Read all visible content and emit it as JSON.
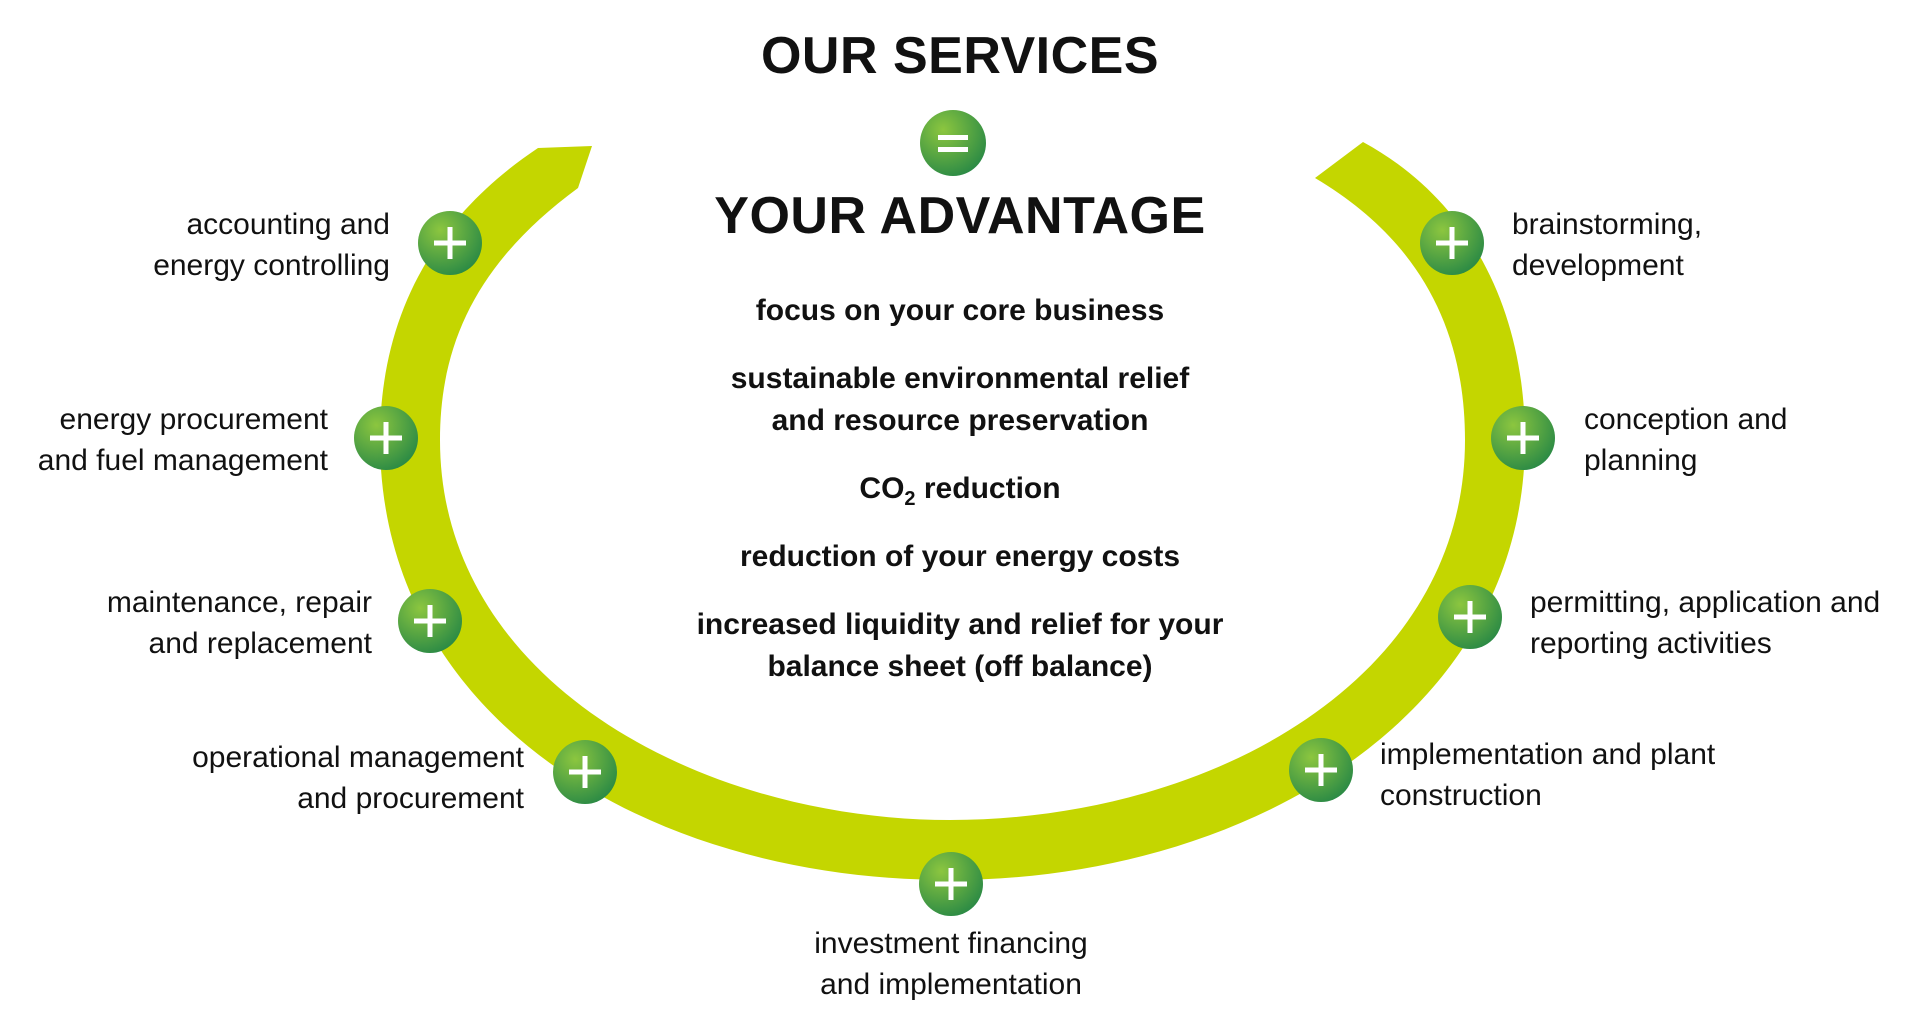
{
  "title": "OUR SERVICES",
  "equals_symbol": "=",
  "subtitle": "YOUR ADVANTAGE",
  "advantages": [
    {
      "lines": [
        "focus on your core business"
      ]
    },
    {
      "lines": [
        "sustainable environmental relief",
        "and resource preservation"
      ]
    },
    {
      "prefix": "CO",
      "subscript": "2",
      "suffix": " reduction"
    },
    {
      "lines": [
        "reduction of your energy costs"
      ]
    },
    {
      "lines": [
        "increased liquidity and relief for your",
        "balance sheet (off balance)"
      ]
    }
  ],
  "plus_symbol": "+",
  "services": [
    {
      "id": "accounting",
      "lines": [
        "accounting and",
        "energy controlling"
      ]
    },
    {
      "id": "procurement",
      "lines": [
        "energy procurement",
        "and fuel management"
      ]
    },
    {
      "id": "maintenance",
      "lines": [
        "maintenance, repair",
        "and replacement"
      ]
    },
    {
      "id": "operational",
      "lines": [
        "operational management",
        "and procurement"
      ]
    },
    {
      "id": "investment",
      "lines": [
        "investment financing",
        "and implementation"
      ]
    },
    {
      "id": "implementation",
      "lines": [
        "implementation and plant",
        "construction"
      ]
    },
    {
      "id": "permitting",
      "lines": [
        "permitting, application and",
        "reporting activities"
      ]
    },
    {
      "id": "conception",
      "lines": [
        "conception and",
        "planning"
      ]
    },
    {
      "id": "brainstorming",
      "lines": [
        "brainstorming,",
        "development"
      ]
    }
  ],
  "colors": {
    "arc": "#c4d600",
    "badge_light": "#7dbb3b",
    "badge_dark": "#2f8f46",
    "text": "#111111"
  }
}
